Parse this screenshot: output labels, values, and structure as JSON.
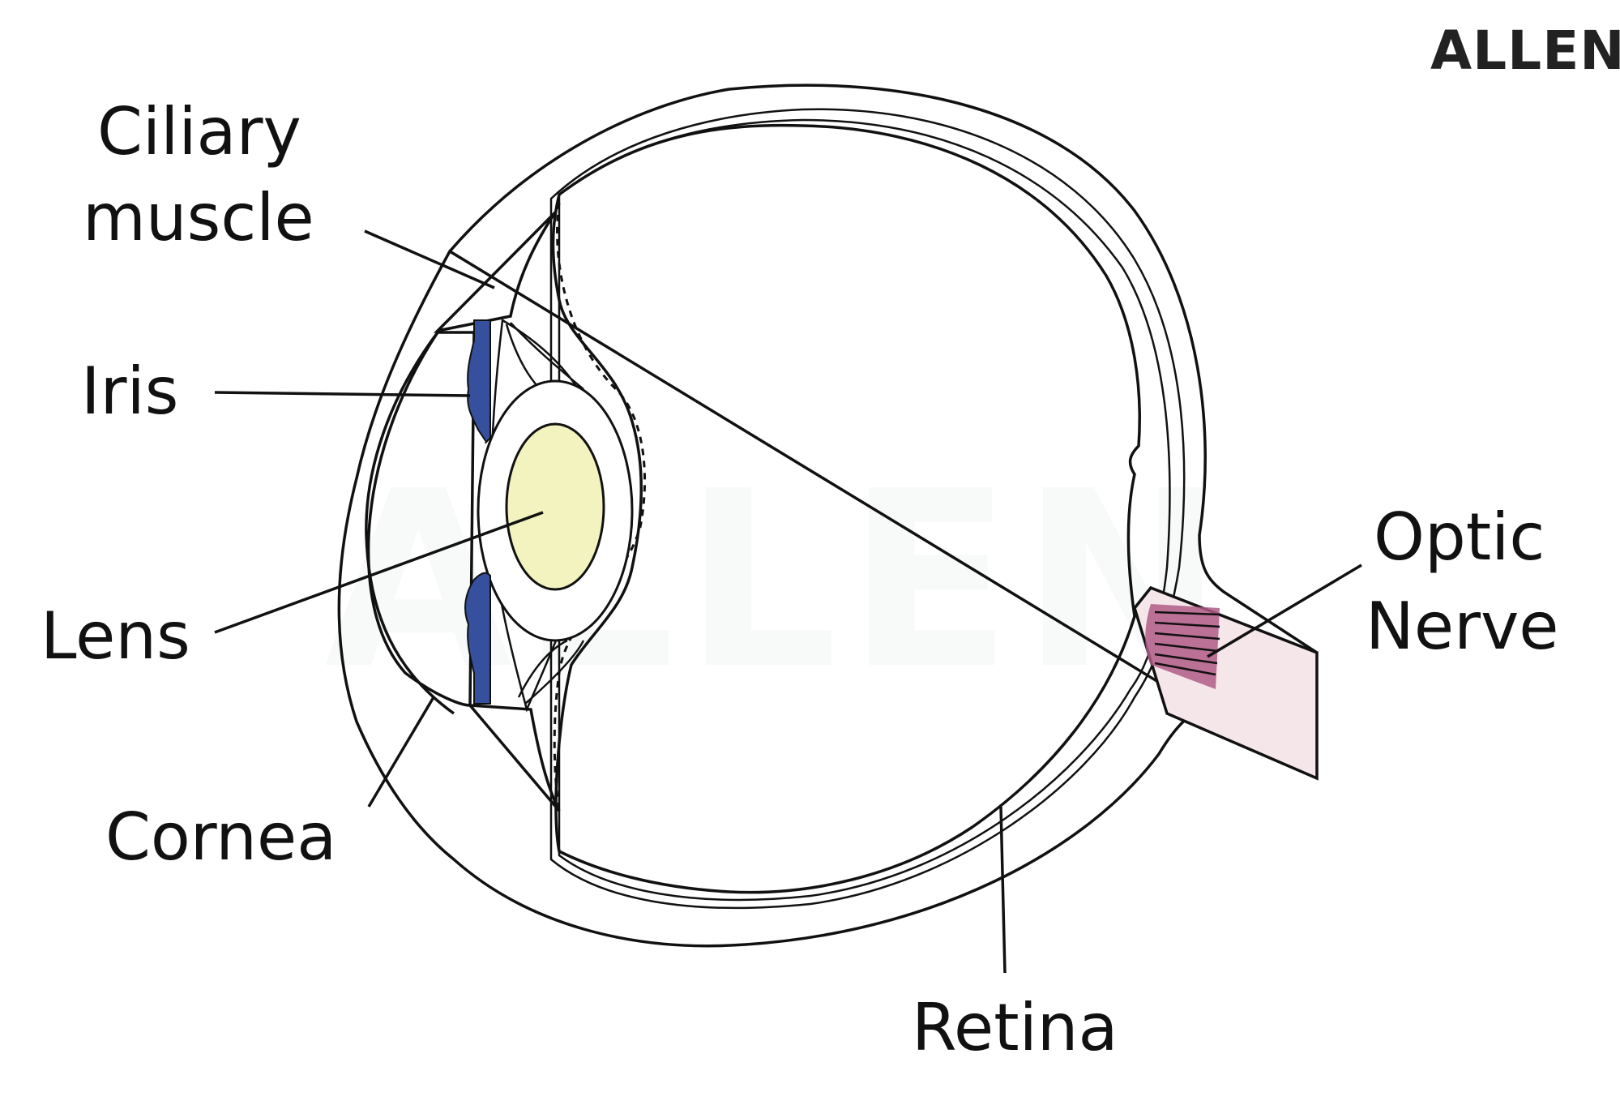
{
  "brand": {
    "logo_text": "ALLEN",
    "watermark_text": "ALLEN"
  },
  "labels": {
    "ciliary_line1": "Ciliary",
    "ciliary_line2": "muscle",
    "iris": "Iris",
    "lens": "Lens",
    "cornea": "Cornea",
    "optic_line1": "Optic",
    "optic_line2": "Nerve",
    "retina": "Retina"
  },
  "colors": {
    "sclera": "#f5e6ea",
    "vitreous": "#cdeaf5",
    "aqueous": "#c6e6f3",
    "lens_core": "#f3f3c0",
    "iris": "#36509e",
    "ciliary": "#f4b5c8",
    "optic_disc": "#b05a86"
  }
}
